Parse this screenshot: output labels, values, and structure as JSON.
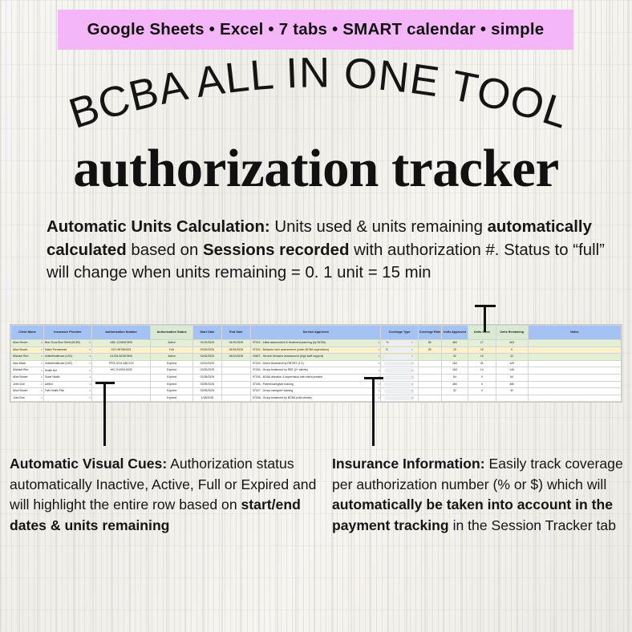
{
  "banner": {
    "text": "Google Sheets •  Excel • 7 tabs • SMART calendar •  simple",
    "background": "#f5b6f8"
  },
  "arched_title": "BCBA ALL IN ONE TOOL",
  "main_title": "authorization tracker",
  "top_paragraph": {
    "line1_bold": "Automatic Units Calculation:",
    "line1_rest": " Units used & units remaining",
    "line2_bold": "automatically calculated",
    "line2_mid": " based on ",
    "line2_bold2": "Sessions recorded",
    "line2_rest": " with",
    "line3": "authorization #. Status to “full” will change when units remaining = 0.",
    "line4": "1 unit = 15 min"
  },
  "captions": {
    "left": {
      "bold_head": "Automatic Visual Cues:",
      "body1": " Authorization status automatically Inactive, Active, Full or Expired and will highlight the entire row based on ",
      "bold_tail": "start/end dates & units remaining"
    },
    "right": {
      "bold_head": "Insurance Information:",
      "body1": " Easily track coverage per authorization number (% or $) which will ",
      "bold_mid": "automatically be taken into account in the payment tracking",
      "body2": " in the Session Tracker tab"
    }
  },
  "spreadsheet": {
    "headers": [
      "Client Name",
      "Insurance Provider",
      "Authorization Number",
      "Authorization Status",
      "Start Date",
      "End Date",
      "Service Approved",
      "Coverage Type",
      "Coverage Rate",
      "Units Approved",
      "Units Used",
      "Units Remaining",
      "Notes"
    ],
    "header_colors": {
      "default": "#a4c2f4",
      "green": "#d9ead3"
    },
    "row_colors": {
      "active": "#e3f0d6",
      "full": "#fdf2cc",
      "plain": "#ffffff"
    },
    "rows": [
      {
        "style": "row-active",
        "client": "Alice Brown",
        "provider": "Blue Cross Blue Shield (BCBS)",
        "auth": "ABC-1234567890",
        "status": "Active",
        "start": "01/20/2025",
        "end": "04/20/2025",
        "service": "97151 - Initial assessment & treatment planning (by BCBA)",
        "ctype": "%",
        "crate": "80",
        "uappr": "480",
        "uused": "17",
        "urem": "463",
        "notes": ""
      },
      {
        "style": "row-full",
        "client": "Alice Brown",
        "provider": "Kaiser Permanente",
        "auth": "KZY-987654321",
        "status": "Full",
        "start": "03/15/2025",
        "end": "05/15/2025",
        "service": "97152 - Behavior tech assessment (under BCBA supervision)",
        "ctype": "$",
        "crate": "50",
        "uappr": "15",
        "uused": "15",
        "urem": "0",
        "notes": ""
      },
      {
        "style": "row-active",
        "client": "Michael Red",
        "provider": "UnitedHealthcare (UHC)",
        "auth": "A1234-BC567890",
        "status": "Active",
        "start": "02/02/2025",
        "end": "06/10/2025",
        "service": "0362T - Severe behavior assessment (high staff support)",
        "ctype": "",
        "crate": "",
        "uappr": "32",
        "uused": "10",
        "urem": "22",
        "notes": ""
      },
      {
        "style": "row-plain",
        "client": "Max Black",
        "provider": "UnitedHealthcare (UHC)",
        "auth": "PPO-2019-ABC123",
        "status": "Expired",
        "start": "02/10/2025",
        "end": "",
        "service": "97153 - Direct treatment by RBT/BT (1:1)",
        "ctype": "",
        "crate": "",
        "uappr": "160",
        "uused": "31",
        "urem": "129",
        "notes": ""
      },
      {
        "style": "row-plain",
        "client": "Michael Red",
        "provider": "Health Net",
        "auth": "HIC-0100010405",
        "status": "Expired",
        "start": "02/20/2025",
        "end": "",
        "service": "97154 - Group treatment by RBT (2+ clients)",
        "ctype": "",
        "crate": "",
        "uappr": "160",
        "uused": "14",
        "urem": "146",
        "notes": ""
      },
      {
        "style": "row-plain",
        "client": "Alice Brown",
        "provider": "Oscar Health",
        "auth": "",
        "status": "Expired",
        "start": "02/28/2025",
        "end": "",
        "service": "97155 - BCBA direction & supervision with client present",
        "ctype": "",
        "crate": "",
        "uappr": "64",
        "uused": "0",
        "urem": "64",
        "notes": ""
      },
      {
        "style": "row-plain",
        "client": "John Doe",
        "provider": "AvMed",
        "auth": "",
        "status": "Expired",
        "start": "02/05/2025",
        "end": "",
        "service": "97156 - Parent/caregiver training",
        "ctype": "",
        "crate": "",
        "uappr": "480",
        "uused": "0",
        "urem": "480",
        "notes": ""
      },
      {
        "style": "row-plain",
        "client": "Alice Brown",
        "provider": "Tufts Health Plan",
        "auth": "",
        "status": "Expired",
        "start": "02/05/2025",
        "end": "",
        "service": "97157 - Group caregiver training",
        "ctype": "",
        "crate": "",
        "uappr": "32",
        "uused": "0",
        "urem": "32",
        "notes": ""
      },
      {
        "style": "row-plain",
        "client": "John Doe",
        "provider": "",
        "auth": "",
        "status": "Expired",
        "start": "1/28/2025",
        "end": "",
        "service": "97158 - Group treatment by BCBA (with clients)",
        "ctype": "",
        "crate": "",
        "uappr": "",
        "uused": "",
        "urem": "",
        "notes": ""
      }
    ]
  }
}
